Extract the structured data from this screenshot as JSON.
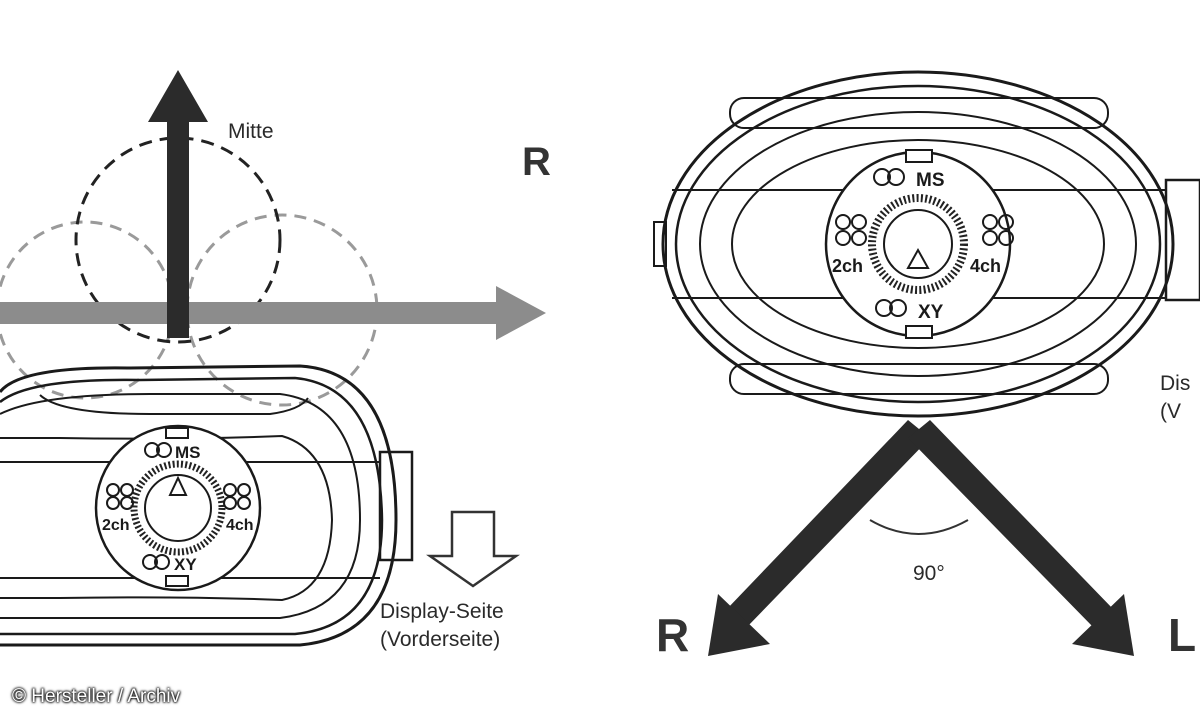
{
  "labels": {
    "mitte": "Mitte",
    "r_top": "R",
    "display_left_1": "Display-Seite",
    "display_left_2": "(Vorderseite)",
    "angle": "90°",
    "r_bottom": "R",
    "l_bottom": "L",
    "display_right_1": "Dis",
    "display_right_2": "(V"
  },
  "dial": {
    "ms": "MS",
    "ch2": "2ch",
    "ch4": "4ch",
    "xy": "XY"
  },
  "credit": "© Hersteller / Archiv",
  "colors": {
    "arrow_dark": "#2b2b2b",
    "arrow_gray": "#8c8c8c",
    "pattern_dashed": "#9a9a9a",
    "outline": "#1a1a1a"
  }
}
